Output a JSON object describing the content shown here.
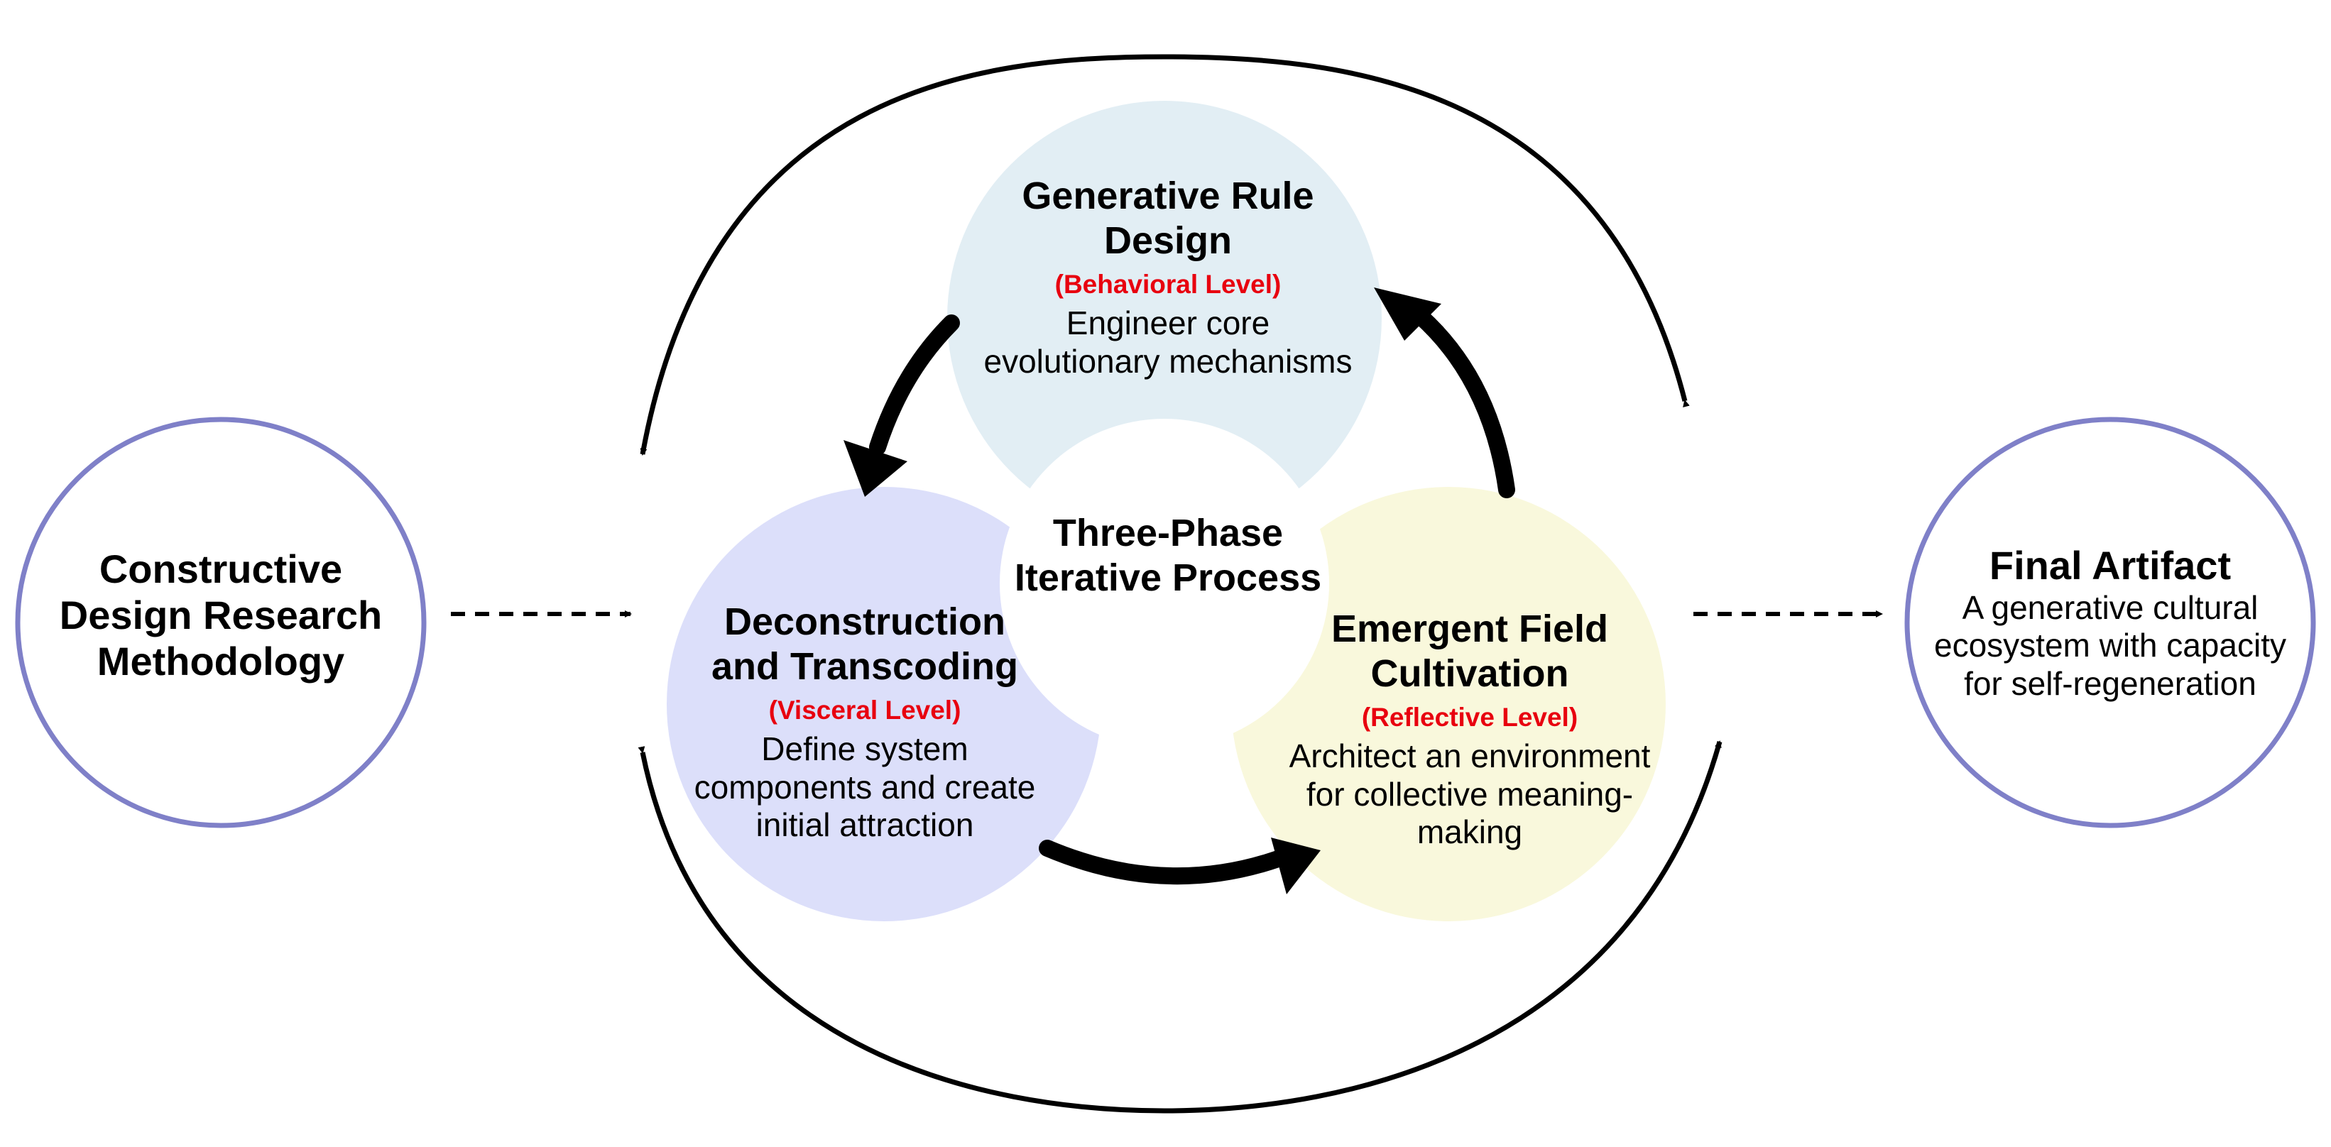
{
  "colors": {
    "outline_circle": "#7f80c8",
    "phase_top_fill": "#e2eef4",
    "phase_left_fill": "#dcdffa",
    "phase_right_fill": "#f9f8dc",
    "level_text": "#e8000f",
    "arrow": "#000000"
  },
  "left_node": {
    "title_lines": [
      "Constructive",
      "Design Research",
      "Methodology"
    ]
  },
  "right_node": {
    "title": "Final Artifact",
    "desc_lines": [
      "A generative cultural",
      "ecosystem with capacity",
      "for self-regeneration"
    ]
  },
  "center": {
    "title_lines": [
      "Three-Phase",
      "Iterative Process"
    ]
  },
  "phases": {
    "top": {
      "title_lines": [
        "Generative Rule",
        "Design"
      ],
      "level": "(Behavioral Level)",
      "desc_lines": [
        "Engineer core",
        "evolutionary mechanisms"
      ]
    },
    "left": {
      "title_lines": [
        "Deconstruction",
        "and Transcoding"
      ],
      "level": "(Visceral Level)",
      "desc_lines": [
        "Define system",
        "components and create",
        "initial attraction"
      ]
    },
    "right": {
      "title_lines": [
        "Emergent Field",
        "Cultivation"
      ],
      "level": "(Reflective Level)",
      "desc_lines": [
        "Architect an environment",
        "for collective meaning-",
        "making"
      ]
    }
  },
  "icons": {
    "cycle_arrows": "curved-arrow-icon",
    "flow_arrows": "dashed-arrow-icon"
  }
}
